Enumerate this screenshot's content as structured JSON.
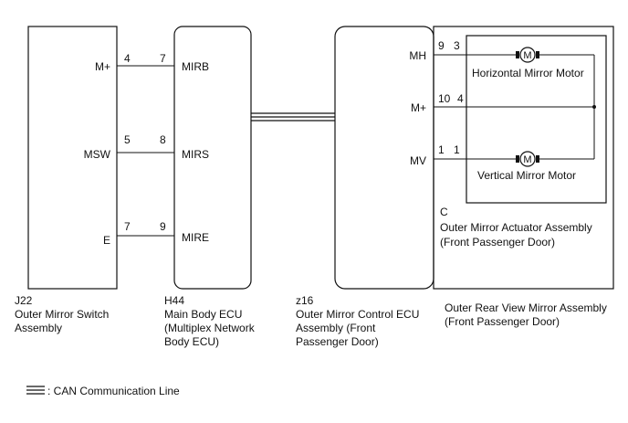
{
  "components": {
    "switch": {
      "code": "J22",
      "name_line1": "Outer Mirror Switch",
      "name_line2": "Assembly",
      "pins": [
        "M+",
        "MSW",
        "E"
      ]
    },
    "main_ecu": {
      "code": "H44",
      "name_line1": "Main Body ECU",
      "name_line2": "(Multiplex Network",
      "name_line3": "Body ECU)",
      "pins": [
        "MIRB",
        "MIRS",
        "MIRE"
      ]
    },
    "control_ecu": {
      "code": "z16",
      "name_line1": "Outer Mirror Control ECU",
      "name_line2": "Assembly (Front",
      "name_line3": "Passenger Door)",
      "pins": [
        "MH",
        "M+",
        "MV"
      ]
    },
    "actuator": {
      "code": "C",
      "name_line1": "Outer Mirror Actuator Assembly",
      "name_line2": "(Front Passenger Door)",
      "horizontal_motor": "Horizontal Mirror Motor",
      "vertical_motor": "Vertical Mirror Motor",
      "motor_symbol": "M"
    },
    "rear_view": {
      "name_line1": "Outer Rear View Mirror Assembly",
      "name_line2": "(Front Passenger Door)"
    }
  },
  "wires_switch_ecu": [
    {
      "left_pin": "4",
      "right_pin": "7"
    },
    {
      "left_pin": "5",
      "right_pin": "8"
    },
    {
      "left_pin": "7",
      "right_pin": "9"
    }
  ],
  "wires_control_actuator": [
    {
      "left_pin": "9",
      "right_pin": "3"
    },
    {
      "left_pin": "10",
      "right_pin": "4"
    },
    {
      "left_pin": "1",
      "right_pin": "1"
    }
  ],
  "legend": {
    "label": ": CAN Communication Line"
  }
}
